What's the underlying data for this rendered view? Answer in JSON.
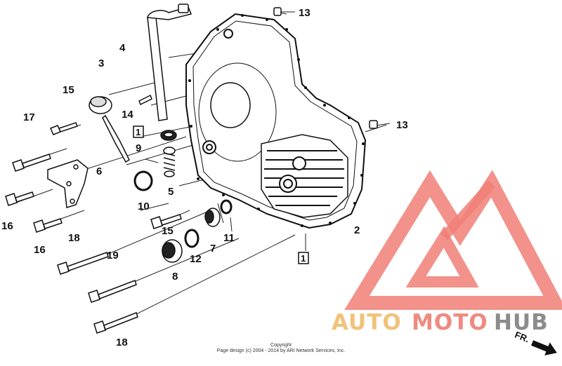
{
  "diagram": {
    "callouts": [
      {
        "id": "c13a",
        "label": "13"
      },
      {
        "id": "c4",
        "label": "4"
      },
      {
        "id": "c3",
        "label": "3"
      },
      {
        "id": "c15a",
        "label": "15"
      },
      {
        "id": "c17",
        "label": "17"
      },
      {
        "id": "c14",
        "label": "14"
      },
      {
        "id": "c9",
        "label": "9"
      },
      {
        "id": "c13b",
        "label": "13"
      },
      {
        "id": "c6",
        "label": "6"
      },
      {
        "id": "c5",
        "label": "5"
      },
      {
        "id": "c10",
        "label": "10"
      },
      {
        "id": "c16a",
        "label": "16"
      },
      {
        "id": "c16b",
        "label": "16"
      },
      {
        "id": "c15b",
        "label": "15"
      },
      {
        "id": "c11",
        "label": "11"
      },
      {
        "id": "c2",
        "label": "2"
      },
      {
        "id": "c7",
        "label": "7"
      },
      {
        "id": "c12",
        "label": "12"
      },
      {
        "id": "c18a",
        "label": "18"
      },
      {
        "id": "c19",
        "label": "19"
      },
      {
        "id": "c8",
        "label": "8"
      },
      {
        "id": "c18b",
        "label": "18"
      }
    ],
    "boxed_labels": [
      {
        "id": "b1a",
        "label": "1"
      },
      {
        "id": "b1b",
        "label": "1"
      }
    ],
    "copyright_line1": "Copyright",
    "copyright_line2": "Page design (c) 2004 - 2014 by ARI Network Services, Inc.",
    "direction_label": "FR."
  },
  "watermark": {
    "part1": "AUTO",
    "part2": "MOTO",
    "part3": "HUB",
    "colors": {
      "auto": "#f2c27a",
      "moto": "#ef8a80",
      "hub": "#8c8c8c",
      "logo": "#f07f77"
    }
  }
}
